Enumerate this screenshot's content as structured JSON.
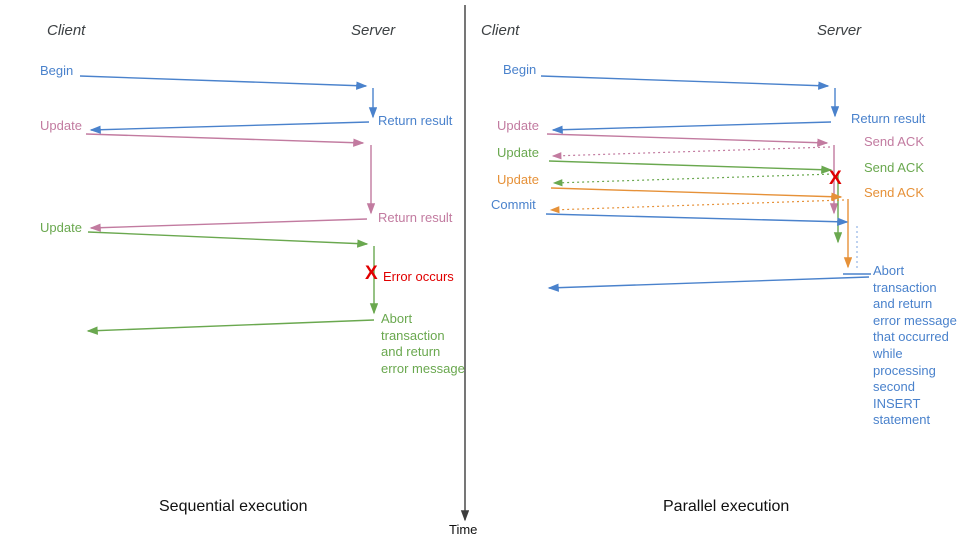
{
  "colors": {
    "blue": "#4a82cc",
    "pink": "#c27ba0",
    "green": "#6aa84f",
    "orange": "#e69138",
    "red": "#e00000",
    "light_blue": "#93b5e6",
    "axis": "#3d3d3d",
    "header": "#3c4043"
  },
  "left_panel": {
    "client_header": "Client",
    "server_header": "Server",
    "begin_label": "Begin",
    "return_result_1": "Return result",
    "update_1": "Update",
    "return_result_2": "Return result",
    "update_2": "Update",
    "error_mark": "X",
    "error_label": "Error occurs",
    "abort_text": "Abort\ntransaction\nand return\nerror message",
    "caption": "Sequential execution"
  },
  "right_panel": {
    "client_header": "Client",
    "server_header": "Server",
    "begin_label": "Begin",
    "return_result": "Return result",
    "update_1": "Update",
    "send_ack_1": "Send ACK",
    "update_2": "Update",
    "send_ack_2": "Send ACK",
    "update_3": "Update",
    "send_ack_3": "Send ACK",
    "commit_label": "Commit",
    "error_mark": "X",
    "abort_text": "Abort\ntransaction\nand return\nerror message\nthat occurred\nwhile\nprocessing\nsecond\nINSERT\nstatement",
    "caption": "Parallel execution"
  },
  "time_axis": {
    "label": "Time"
  }
}
